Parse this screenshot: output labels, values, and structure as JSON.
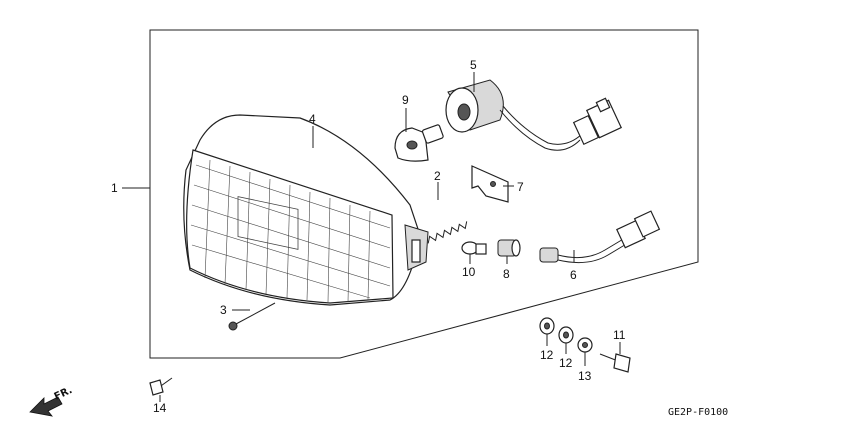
{
  "callouts": [
    {
      "id": "1",
      "label": "1"
    },
    {
      "id": "2",
      "label": "2"
    },
    {
      "id": "3",
      "label": "3"
    },
    {
      "id": "4",
      "label": "4"
    },
    {
      "id": "5",
      "label": "5"
    },
    {
      "id": "6",
      "label": "6"
    },
    {
      "id": "7",
      "label": "7"
    },
    {
      "id": "8",
      "label": "8"
    },
    {
      "id": "9",
      "label": "9"
    },
    {
      "id": "10",
      "label": "10"
    },
    {
      "id": "11",
      "label": "11"
    },
    {
      "id": "12a",
      "label": "12"
    },
    {
      "id": "12b",
      "label": "12"
    },
    {
      "id": "13",
      "label": "13"
    },
    {
      "id": "14",
      "label": "14"
    }
  ],
  "direction_marker": {
    "label": "FR.",
    "icon": "front-arrow-icon"
  },
  "diagram_code": "GE2P-F0100"
}
